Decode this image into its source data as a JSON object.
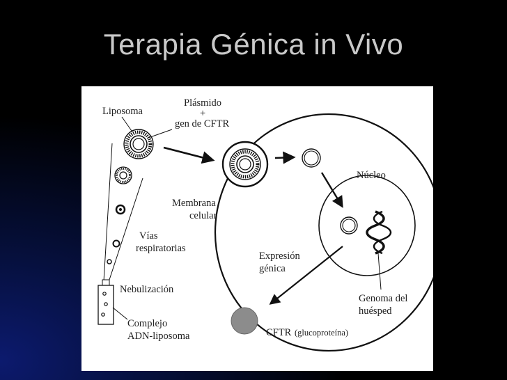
{
  "slide": {
    "title": "Terapia Génica in Vivo"
  },
  "diagram": {
    "liposoma": "Liposoma",
    "plasmido_line1": "Plásmido",
    "plasmido_plus": "+",
    "plasmido_line2": "gen de CFTR",
    "membrana_line1": "Membrana",
    "membrana_line2": "celular",
    "nucleo": "Núcleo",
    "vias_line1": "Vías",
    "vias_line2": "respiratorias",
    "expresion_line1": "Expresión",
    "expresion_line2": "génica",
    "nebulizacion": "Nebulización",
    "genoma_line1": "Genoma del",
    "genoma_line2": "huésped",
    "complejo_line1": "Complejo",
    "complejo_line2": "ADN-liposoma",
    "cftr": "CFTR",
    "glucoproteina": "(glucoproteína)"
  },
  "colors": {
    "background": "#000000",
    "title_text": "#c9c9c9",
    "panel": "#ffffff",
    "protein_fill": "#8c8c8c"
  }
}
